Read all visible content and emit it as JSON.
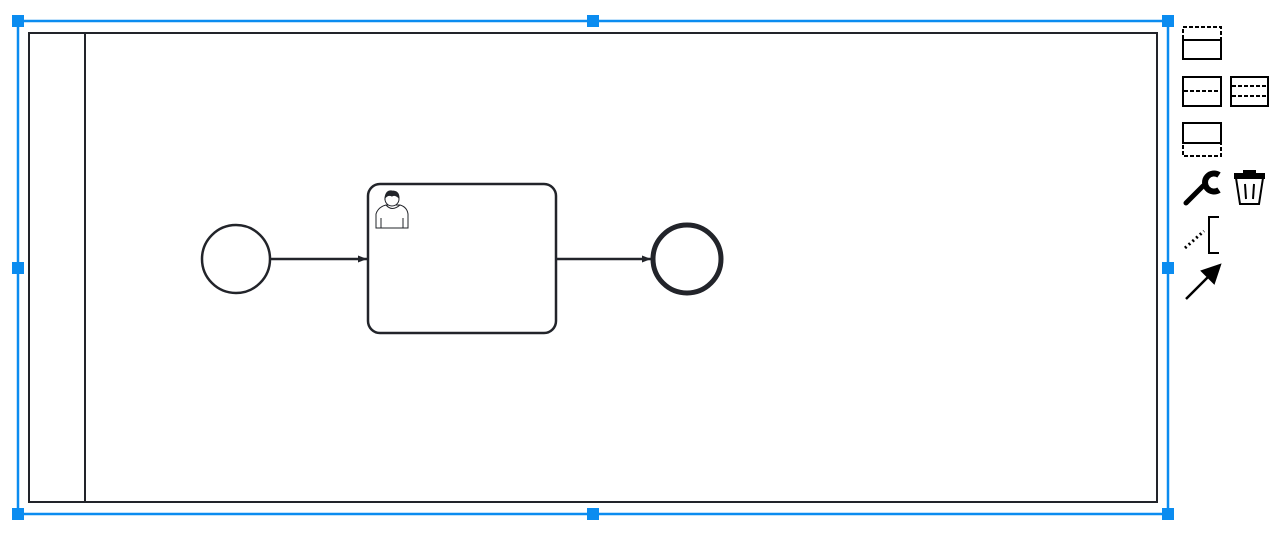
{
  "colors": {
    "selection": "#0b8cf0",
    "stroke": "#22242a",
    "background": "#ffffff",
    "icon": "#000000"
  },
  "diagram": {
    "elements": [
      {
        "type": "participant",
        "name": ""
      },
      {
        "type": "start-event",
        "name": ""
      },
      {
        "type": "user-task",
        "name": "",
        "icon": "user-icon"
      },
      {
        "type": "end-event",
        "name": ""
      },
      {
        "type": "sequence-flow"
      },
      {
        "type": "sequence-flow"
      }
    ]
  },
  "context_pad": {
    "items": [
      {
        "icon": "lane-insert-above-icon"
      },
      {
        "icon": "lane-divide-two-icon"
      },
      {
        "icon": "lane-divide-three-icon"
      },
      {
        "icon": "lane-insert-below-icon"
      },
      {
        "icon": "wrench-icon"
      },
      {
        "icon": "trash-icon"
      },
      {
        "icon": "text-annotation-icon"
      },
      {
        "icon": "connect-arrow-icon"
      }
    ]
  }
}
